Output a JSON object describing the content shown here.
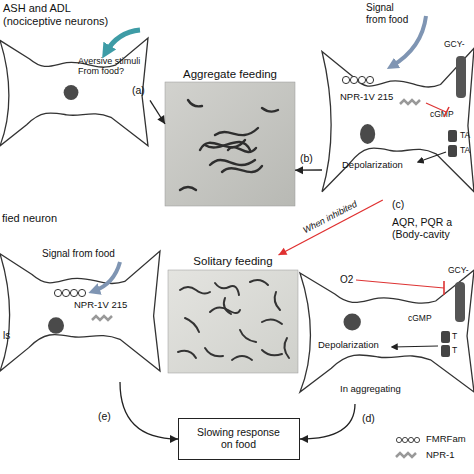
{
  "diagram": {
    "nodes": [
      {
        "text": [
          "ASH and ADL (nociceptive neurons)",
          "Aversive stimuli From food?"
        ]
      },
      {
        "text": [
          "Aggregate feeding"
        ]
      },
      {
        "text": [
          "Signal from food",
          "NPR-1V 215",
          "cGMP",
          "GCY-",
          "TA",
          "TA",
          "Depolarization"
        ]
      },
      {
        "text": [
          "fied neuron",
          "Signal from food",
          "NPR-1V 215",
          "ls"
        ]
      },
      {
        "text": [
          "Solitary feeding"
        ]
      },
      {
        "text": [
          "AQR, PQR a (Body-cavity",
          "O2",
          "GCY-",
          "cGMP",
          "T",
          "T",
          "Depolarization",
          "In aggregating"
        ]
      },
      {
        "text": [
          "Slowing response on food"
        ]
      }
    ],
    "edges": [
      {
        "from": 0,
        "to": 1,
        "arrow": "to",
        "label": "(a)"
      },
      {
        "from": 2,
        "to": 1,
        "arrow": "to",
        "label": "(b)"
      },
      {
        "from": 2,
        "to": 4,
        "arrow": "to",
        "label": "(c)"
      },
      {
        "from": 3,
        "to": 6,
        "arrow": "to",
        "label": "(e)"
      },
      {
        "from": 5,
        "to": 6,
        "arrow": "to",
        "label": "(d)"
      }
    ],
    "labels": [
      "When inhibited"
    ],
    "legend": [
      {
        "text": "FMRFam"
      },
      {
        "text": "NPR-1"
      }
    ]
  }
}
